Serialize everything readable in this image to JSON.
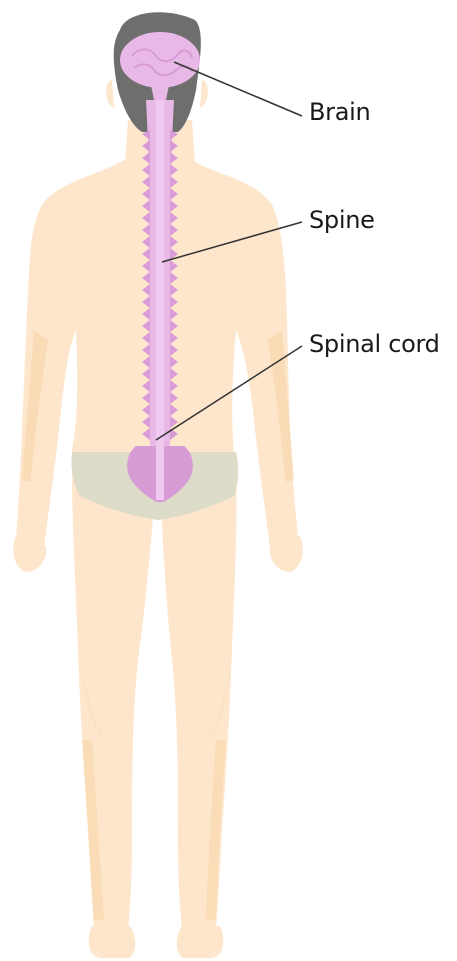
{
  "labels": {
    "brain": "Brain",
    "spine": "Spine",
    "spinal_cord": "Spinal cord"
  },
  "colors": {
    "skin": "#fde6cc",
    "skin_shadow": "#f7d3a6",
    "hair": "#6e6e6e",
    "underwear": "#dcdcc8",
    "nervous_system": "#e8b8e6",
    "nervous_system_dark": "#d79bd5",
    "leader_line": "#333333"
  }
}
